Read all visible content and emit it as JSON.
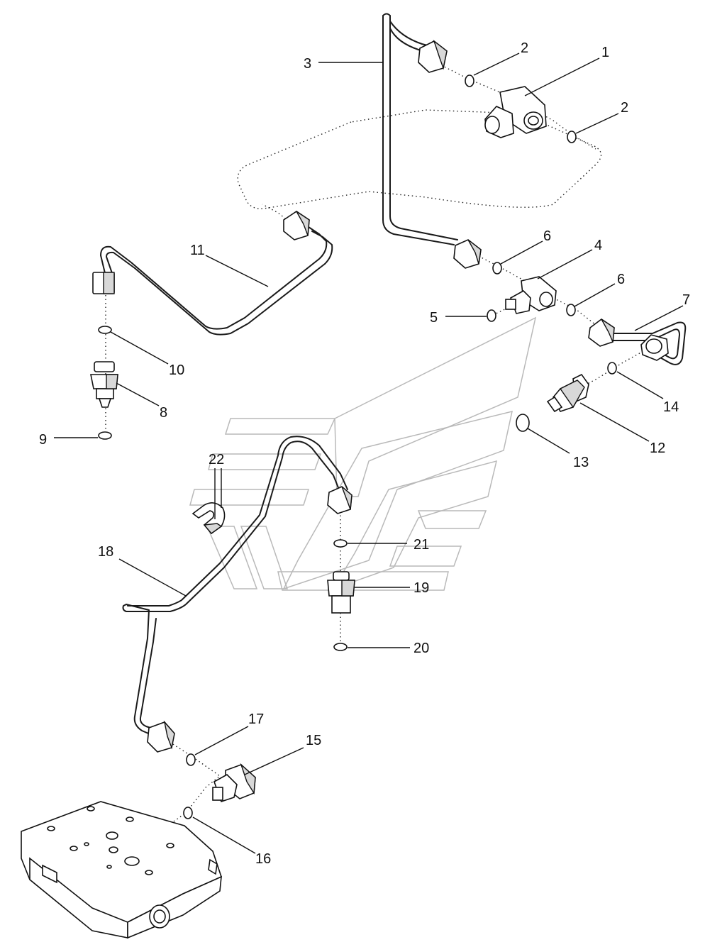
{
  "diagram": {
    "callouts": [
      {
        "id": "1",
        "label": "1"
      },
      {
        "id": "2a",
        "label": "2"
      },
      {
        "id": "2b",
        "label": "2"
      },
      {
        "id": "3",
        "label": "3"
      },
      {
        "id": "4",
        "label": "4"
      },
      {
        "id": "5",
        "label": "5"
      },
      {
        "id": "6a",
        "label": "6"
      },
      {
        "id": "6b",
        "label": "6"
      },
      {
        "id": "7",
        "label": "7"
      },
      {
        "id": "8",
        "label": "8"
      },
      {
        "id": "9",
        "label": "9"
      },
      {
        "id": "10",
        "label": "10"
      },
      {
        "id": "11",
        "label": "11"
      },
      {
        "id": "12",
        "label": "12"
      },
      {
        "id": "13",
        "label": "13"
      },
      {
        "id": "14",
        "label": "14"
      },
      {
        "id": "15",
        "label": "15"
      },
      {
        "id": "16",
        "label": "16"
      },
      {
        "id": "17",
        "label": "17"
      },
      {
        "id": "18",
        "label": "18"
      },
      {
        "id": "19",
        "label": "19"
      },
      {
        "id": "20",
        "label": "20"
      },
      {
        "id": "21",
        "label": "21"
      },
      {
        "id": "22",
        "label": "22"
      }
    ]
  }
}
